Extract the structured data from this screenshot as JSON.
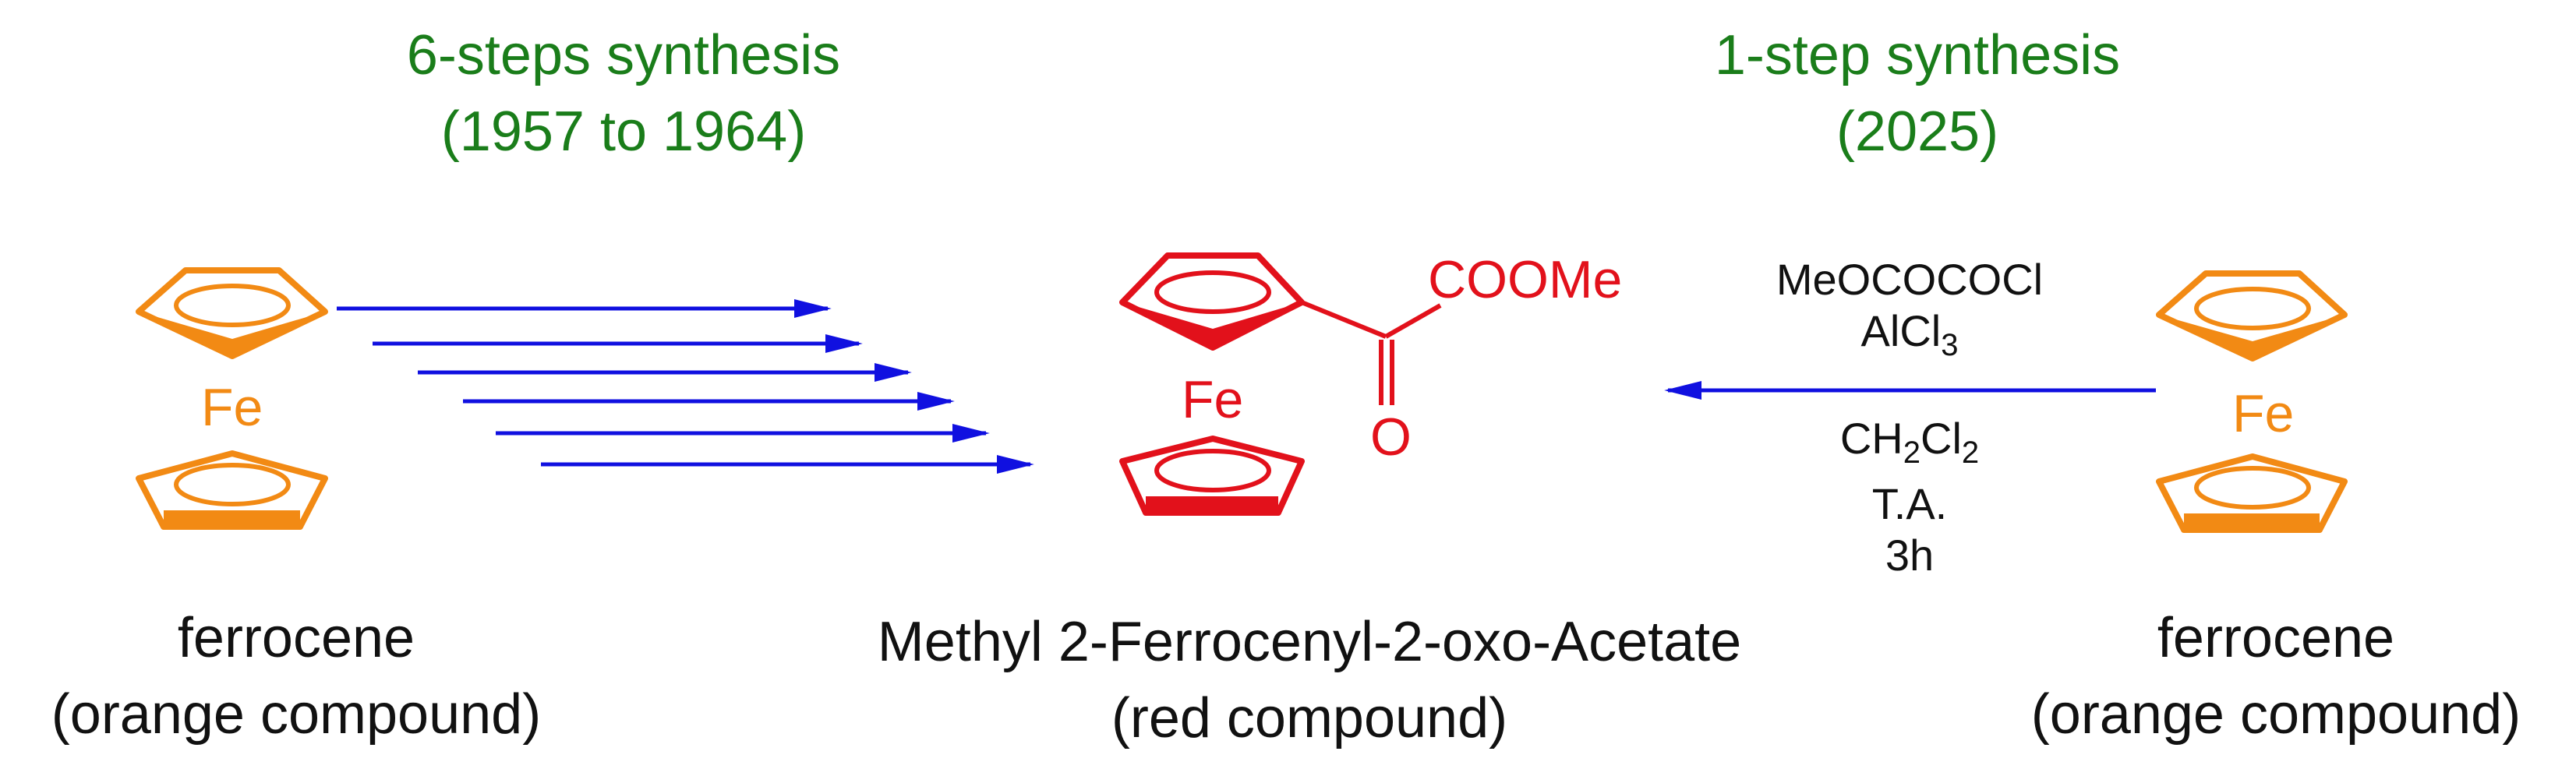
{
  "colors": {
    "ferrocene": "#f28a14",
    "product": "#e2111b",
    "arrow": "#1010e0",
    "title": "#1a7d1a",
    "text": "#111111"
  },
  "left_header": {
    "line1": "6-steps synthesis",
    "line2": "(1957 to 1964)"
  },
  "right_header": {
    "line1": "1-step synthesis",
    "line2": "(2025)"
  },
  "left_molecule": {
    "metal": "Fe",
    "name": "ferrocene",
    "description": "(orange compound)"
  },
  "right_molecule": {
    "metal": "Fe",
    "name": "ferrocene",
    "description": "(orange compound)"
  },
  "product": {
    "metal": "Fe",
    "ester_group": "COOMe",
    "carbonyl_oxygen": "O",
    "name": "Methyl 2-Ferrocenyl-2-oxo-Acetate",
    "description": "(red compound)"
  },
  "reaction": {
    "reagent": "MeOCOCOCl",
    "lewis_acid": {
      "base": "AlCl",
      "subscript": "3"
    },
    "solvent": {
      "part1": "CH",
      "sub1": "2",
      "part2": "Cl",
      "sub2": "2"
    },
    "temperature": "T.A.",
    "time": "3h"
  },
  "multistep_arrow_count": 6
}
